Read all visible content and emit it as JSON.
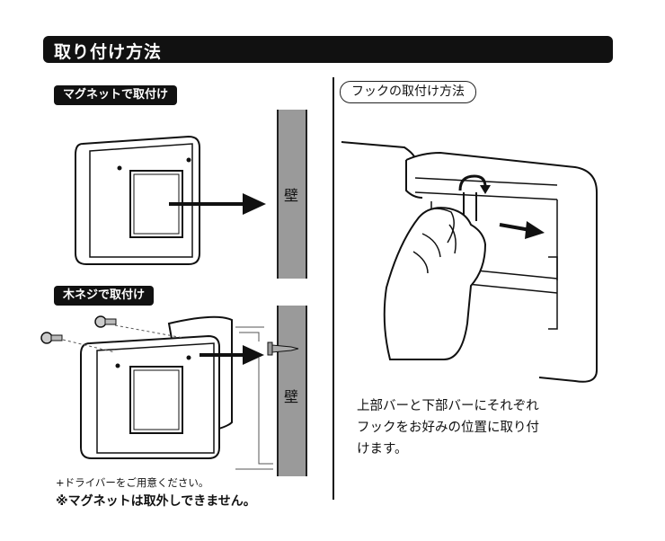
{
  "header": {
    "title": "取り付け方法"
  },
  "magnet_section": {
    "label": "マグネットで取付け",
    "wall": "壁"
  },
  "screw_section": {
    "label": "木ネジで取付け",
    "wall": "壁"
  },
  "notes": {
    "driver": "+ドライバーをご用意ください。",
    "magnet_warning": "※マグネットは取外しできません。"
  },
  "hook_section": {
    "label": "フックの取付け方法",
    "instruction_lines": [
      "上部バーと下部バーにそれぞれ",
      "フックをお好みの位置に取り付",
      "けます。"
    ]
  },
  "icons": [
    "arrow-right-icon",
    "screw-icon",
    "hand-icon",
    "hook-icon",
    "rotate-arrow-icon"
  ]
}
